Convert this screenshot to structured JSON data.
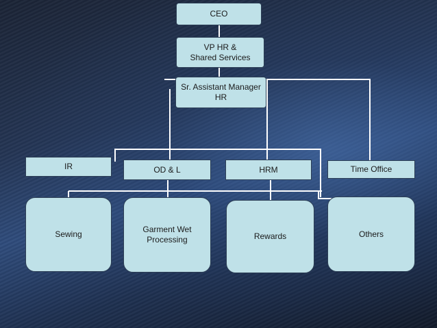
{
  "org_chart": {
    "ceo": "CEO",
    "vp_hr": "VP HR &\nShared Services",
    "sr_asst_mgr": "Sr. Assistant Manager\nHR",
    "departments": {
      "ir": "IR",
      "od_l": "OD & L",
      "hrm": "HRM",
      "time_office": "Time Office"
    },
    "units": {
      "sewing": "Sewing",
      "garment_wet": "Garment Wet\nProcessing",
      "rewards": "Rewards",
      "others": "Others"
    }
  },
  "colors": {
    "box_fill": "#bfe1e8",
    "connector": "#ffffff"
  }
}
